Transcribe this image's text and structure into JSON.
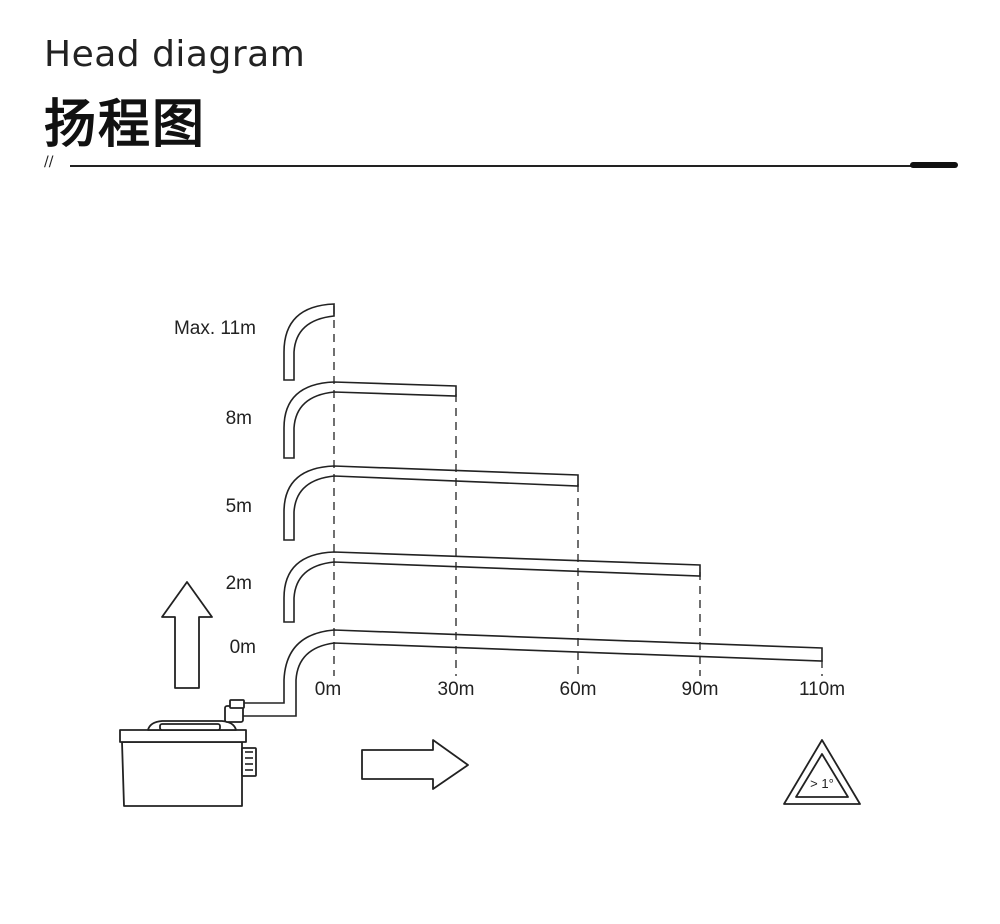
{
  "header": {
    "title_en": "Head diagram",
    "title_cn": "扬程图",
    "marker": "//"
  },
  "diagram": {
    "head_labels": [
      "Max. 11m",
      "8m",
      "5m",
      "2m",
      "0m"
    ],
    "distance_labels": [
      "0m",
      "30m",
      "60m",
      "90m",
      "110m"
    ],
    "slope_label": "> 1°",
    "pipes": [
      {
        "head": "Max. 11m",
        "distance": "0m"
      },
      {
        "head": "8m",
        "distance": "30m"
      },
      {
        "head": "5m",
        "distance": "60m"
      },
      {
        "head": "2m",
        "distance": "90m"
      },
      {
        "head": "0m",
        "distance": "110m"
      }
    ]
  }
}
